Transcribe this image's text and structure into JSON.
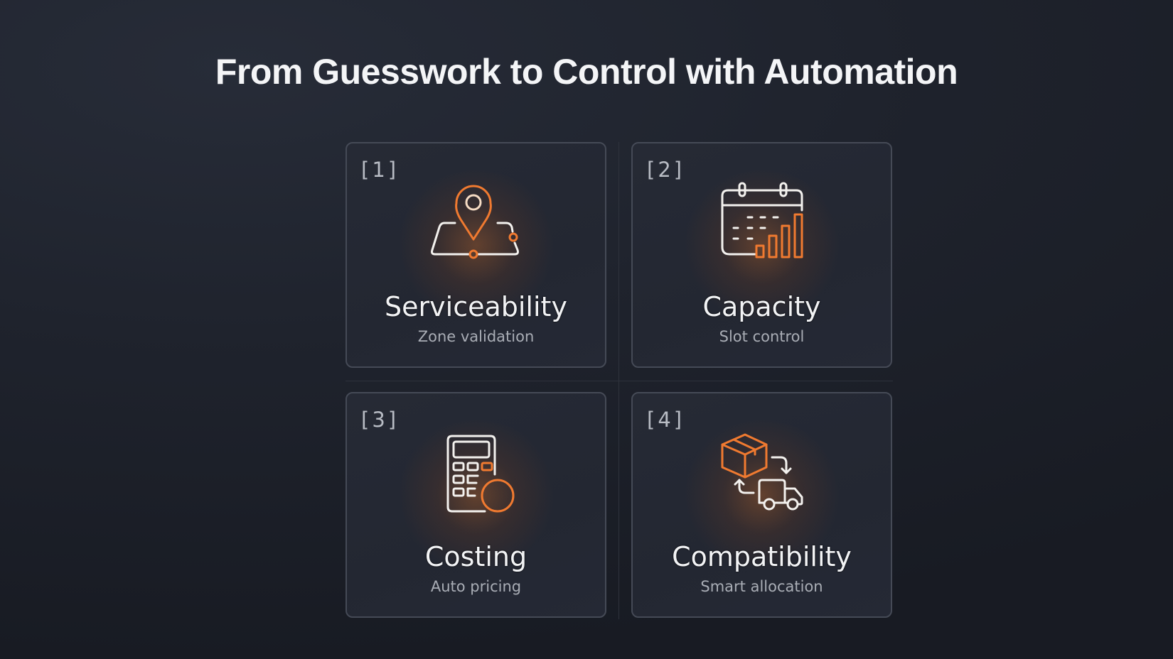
{
  "header": {
    "title": "From Guesswork to Control with Automation"
  },
  "colors": {
    "accent": "#f07a30",
    "background": "#1f232d",
    "card_border": "#454a56",
    "text": "#f2f3f5",
    "subtext": "#a9adb5"
  },
  "cards": [
    {
      "index": "[1]",
      "title": "Serviceability",
      "subtitle": "Zone validation",
      "icon": "map-pin-zone-icon"
    },
    {
      "index": "[2]",
      "title": "Capacity",
      "subtitle": "Slot control",
      "icon": "calendar-bar-chart-icon"
    },
    {
      "index": "[3]",
      "title": "Costing",
      "subtitle": "Auto pricing",
      "icon": "calculator-dollar-icon"
    },
    {
      "index": "[4]",
      "title": "Compatibility",
      "subtitle": "Smart allocation",
      "icon": "box-truck-exchange-icon"
    }
  ]
}
